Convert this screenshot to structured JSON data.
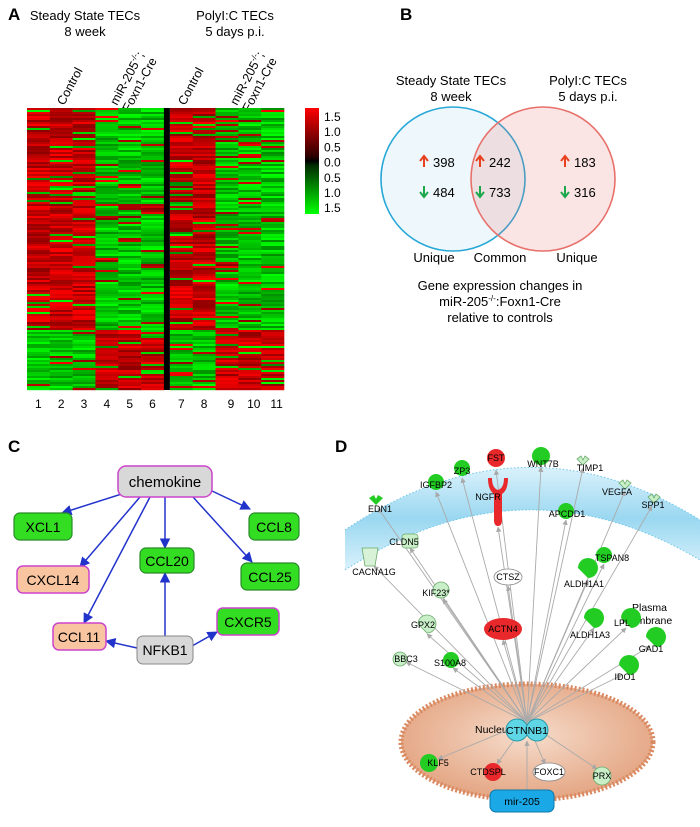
{
  "panels": {
    "A": {
      "letter": "A",
      "group_left_line1": "Steady State TECs",
      "group_left_line2": "8 week",
      "group_right_line1": "PolyI:C TECs",
      "group_right_line2": "5 days p.i.",
      "col_control": "Control",
      "col_mir_line1": "miR-205",
      "col_mir_sup": "-/-",
      "col_mir_line2": "Foxn1-Cre",
      "lane_numbers": [
        "1",
        "2",
        "3",
        "4",
        "5",
        "6",
        "7",
        "8",
        "9",
        "10",
        "11"
      ],
      "colorbar_labels": [
        "1.5",
        "1.0",
        "0.5",
        "0.0",
        "0.5",
        "1.0",
        "1.5"
      ],
      "colors": {
        "up": "#ff0000",
        "down": "#00ff00",
        "zero": "#000000"
      }
    },
    "B": {
      "letter": "B",
      "left_title_line1": "Steady State TECs",
      "left_title_line2": "8 week",
      "right_title_line1": "PolyI:C TECs",
      "right_title_line2": "5 days p.i.",
      "left_up": "398",
      "left_down": "484",
      "common_up": "242",
      "common_down": "733",
      "right_up": "183",
      "right_down": "316",
      "label_unique_left": "Unique",
      "label_common": "Common",
      "label_unique_right": "Unique",
      "caption_line1": "Gene expression changes in",
      "caption_line2_prefix": "miR-205",
      "caption_line2_sup": "-/-",
      "caption_line2_suffix": ":Foxn1-Cre",
      "caption_line3": "relative to controls",
      "colors": {
        "up_arrow": "#e8401c",
        "down_arrow": "#1aa84a",
        "left_circle": "#29a8d8",
        "right_circle": "#e8706a"
      }
    },
    "C": {
      "letter": "C",
      "nodes": {
        "chemokine": "chemokine",
        "xcl1": "XCL1",
        "cxcl14": "CXCL14",
        "ccl11": "CCL11",
        "ccl20": "CCL20",
        "ccl8": "CCL8",
        "ccl25": "CCL25",
        "cxcr5": "CXCR5",
        "nfkb1": "NFKB1"
      },
      "colors": {
        "down": "#33dd22",
        "up": "#f9c5a0",
        "neutral": "#d8d8d8",
        "edge": "#2233cc"
      }
    },
    "D": {
      "letter": "D",
      "membrane_label_line1": "Plasma",
      "membrane_label_line2": "Membrane",
      "nucleus_label": "Nucleus",
      "genes": {
        "fst": "FST",
        "wnt7b": "WNT7B",
        "zp3": "ZP3",
        "igfbp2": "IGFBP2",
        "timp1": "TIMP1",
        "ngfr": "NGFR",
        "vegfa": "VEGFA",
        "edn1": "EDN1",
        "apcdd1": "APCDD1",
        "spp1": "SPP1",
        "cldn5": "CLDN5",
        "cacna1g": "CACNA1G",
        "ctsz": "CTSZ",
        "kif23": "KIF23*",
        "aldh1a1": "ALDH1A1",
        "tspan8": "TSPAN8",
        "gpx2": "GPX2",
        "actn4": "ACTN4",
        "aldh1a3": "ALDH1A3",
        "lpl": "LPL",
        "bbc3": "BBC3",
        "s100a8": "S100A8",
        "gad1": "GAD1",
        "ido1": "IDO1",
        "ctnnb1": "CTNNB1",
        "klf5": "KLF5",
        "ctdspl": "CTDSPL",
        "foxc1": "FOXC1",
        "prx": "PRX",
        "mir205": "mir-205"
      },
      "colors": {
        "down": "#22cc22",
        "down_light": "#c8efc8",
        "up": "#e8282a",
        "hub": "#5fd6e6",
        "mir": "#1ba8e6",
        "nucleus": "#e8b090"
      }
    }
  }
}
